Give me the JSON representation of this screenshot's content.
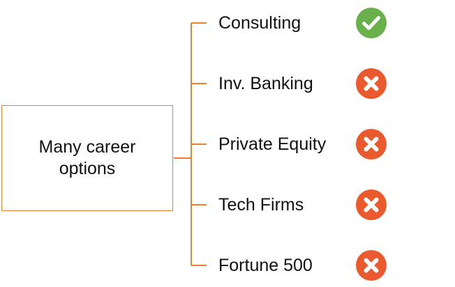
{
  "root": {
    "line1": "Many career",
    "line2": "options"
  },
  "colors": {
    "connector": "#ED7D31",
    "box_border": "#ED7D31",
    "check_fill": "#6AB04C",
    "cross_fill": "#EA5A2F"
  },
  "options": [
    {
      "label": "Consulting",
      "status": "check-icon"
    },
    {
      "label": "Inv. Banking",
      "status": "cross-icon"
    },
    {
      "label": "Private Equity",
      "status": "cross-icon"
    },
    {
      "label": "Tech Firms",
      "status": "cross-icon"
    },
    {
      "label": "Fortune 500",
      "status": "cross-icon"
    }
  ]
}
